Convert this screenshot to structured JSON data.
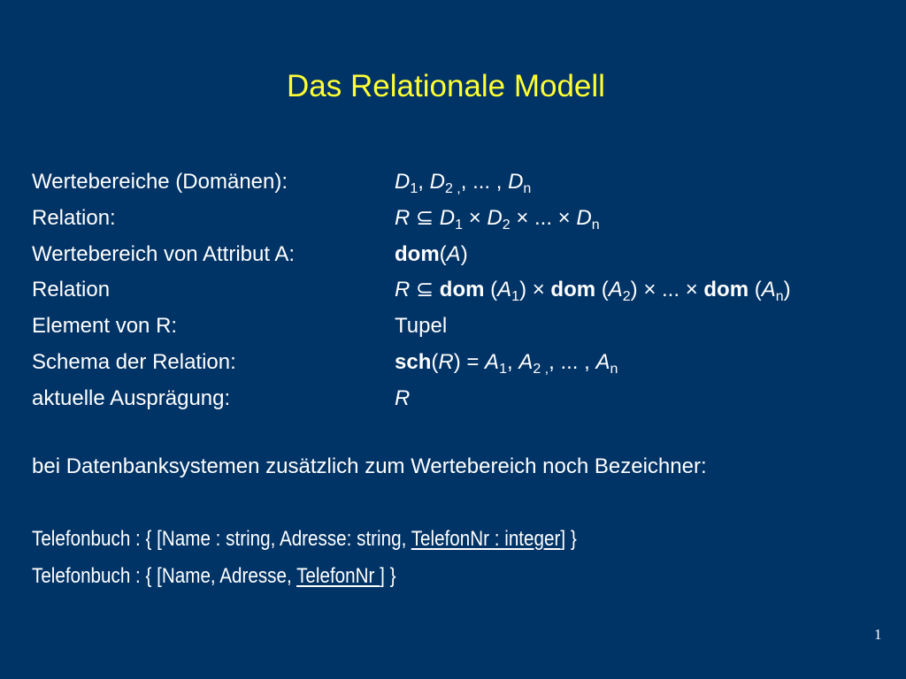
{
  "title": "Das Relationale Modell",
  "rows": [
    {
      "label": "Wertebereiche (Domänen):",
      "value_tokens": [
        {
          "t": "D",
          "s": "i"
        },
        {
          "t": "1",
          "s": "sub"
        },
        {
          "t": ", "
        },
        {
          "t": "D",
          "s": "i"
        },
        {
          "t": "2 ,",
          "s": "sub"
        },
        {
          "t": ",  ... , "
        },
        {
          "t": "D",
          "s": "i"
        },
        {
          "t": "n",
          "s": "sub"
        }
      ]
    },
    {
      "label": "Relation:",
      "value_tokens": [
        {
          "t": "R",
          "s": "i"
        },
        {
          "t": " ⊆ "
        },
        {
          "t": "D",
          "s": "i"
        },
        {
          "t": "1",
          "s": "sub"
        },
        {
          "t": " × "
        },
        {
          "t": "D",
          "s": "i"
        },
        {
          "t": "2",
          "s": "sub"
        },
        {
          "t": " × ... × "
        },
        {
          "t": "D",
          "s": "i"
        },
        {
          "t": "n",
          "s": "sub"
        }
      ]
    },
    {
      "label": "Wertebereich von Attribut A:",
      "value_tokens": [
        {
          "t": "dom",
          "s": "b"
        },
        {
          "t": "("
        },
        {
          "t": "A",
          "s": "i"
        },
        {
          "t": ")"
        }
      ]
    },
    {
      "label": "Relation",
      "value_tokens": [
        {
          "t": "R",
          "s": "i"
        },
        {
          "t": " ⊆ "
        },
        {
          "t": "dom",
          "s": "b"
        },
        {
          "t": " ("
        },
        {
          "t": "A",
          "s": "i"
        },
        {
          "t": "1",
          "s": "sub"
        },
        {
          "t": ") × "
        },
        {
          "t": "dom",
          "s": "b"
        },
        {
          "t": " ("
        },
        {
          "t": "A",
          "s": "i"
        },
        {
          "t": "2",
          "s": "sub"
        },
        {
          "t": ") × ... × "
        },
        {
          "t": "dom",
          "s": "b"
        },
        {
          "t": " ("
        },
        {
          "t": "A",
          "s": "i"
        },
        {
          "t": "n",
          "s": "sub"
        },
        {
          "t": ")"
        }
      ]
    },
    {
      "label": "Element von R:",
      "value_tokens": [
        {
          "t": "Tupel"
        }
      ]
    },
    {
      "label": "Schema der Relation:",
      "value_tokens": [
        {
          "t": "sch",
          "s": "b"
        },
        {
          "t": "("
        },
        {
          "t": "R",
          "s": "i"
        },
        {
          "t": ") = "
        },
        {
          "t": "A",
          "s": "i"
        },
        {
          "t": "1",
          "s": "sub"
        },
        {
          "t": ", "
        },
        {
          "t": "A",
          "s": "i"
        },
        {
          "t": "2 ,",
          "s": "sub"
        },
        {
          "t": ",  ... , "
        },
        {
          "t": "A",
          "s": "i"
        },
        {
          "t": "n",
          "s": "sub"
        }
      ]
    },
    {
      "label": "aktuelle Ausprägung:",
      "value_tokens": [
        {
          "t": "R",
          "s": "i"
        }
      ]
    }
  ],
  "note": "bei Datenbanksystemen zusätzlich zum Wertebereich noch Bezeichner:",
  "examples": [
    {
      "prefix": "Telefonbuch : { [Name : string, Adresse: string, ",
      "underlined": "TelefonNr : integer",
      "suffix": "] }"
    },
    {
      "prefix": "Telefonbuch : { [Name, Adresse, ",
      "underlined": "TelefonNr ",
      "suffix": "] }"
    }
  ],
  "page_number": "1",
  "colors": {
    "background": "#003366",
    "title": "#ffff33",
    "text": "#ffffff"
  }
}
